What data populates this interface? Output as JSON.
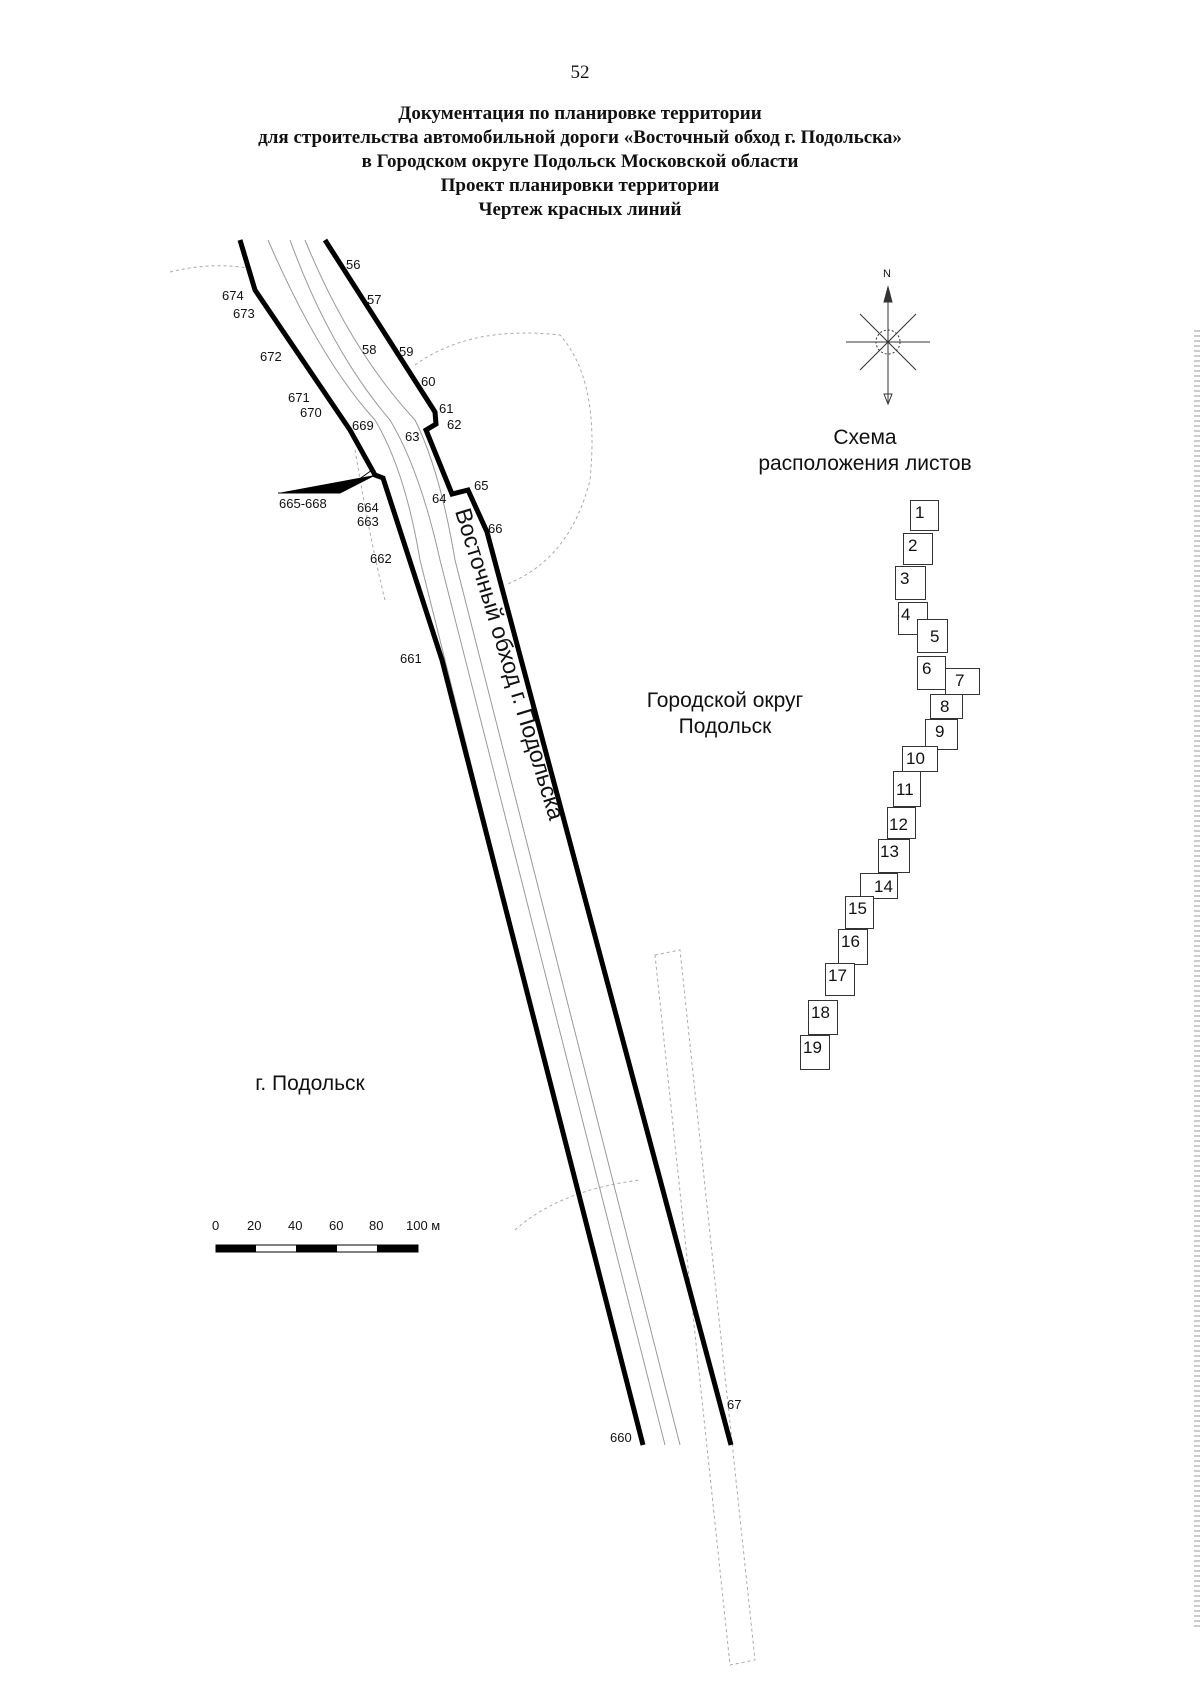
{
  "page_number": "52",
  "title_lines": [
    "Документация по планировке территории",
    "для строительства автомобильной дороги «Восточный обход г. Подольска»",
    "в Городском округе Подольск Московской области",
    "Проект планировки территории",
    "Чертеж красных линий"
  ],
  "map": {
    "road_name": "Восточный обход г. Подольска",
    "area_right": [
      "Городской округ",
      "Подольск"
    ],
    "area_left": "г. Подольск",
    "point_labels": {
      "p56": "56",
      "p57": "57",
      "p58": "58",
      "p59": "59",
      "p60": "60",
      "p61": "61",
      "p62": "62",
      "p63": "63",
      "p64": "64",
      "p65": "65",
      "p66": "66",
      "p67": "67",
      "p660": "660",
      "p661": "661",
      "p662": "662",
      "p663": "663",
      "p664": "664",
      "p665_668": "665-668",
      "p669": "669",
      "p670": "670",
      "p671": "671",
      "p672": "672",
      "p673": "673",
      "p674": "674"
    },
    "north_label": "N",
    "scale": {
      "ticks": [
        "0",
        "20",
        "40",
        "60",
        "80",
        "100 м"
      ]
    }
  },
  "sheet_scheme": {
    "title": [
      "Схема",
      "расположения листов"
    ],
    "sheets": [
      "1",
      "2",
      "3",
      "4",
      "5",
      "6",
      "7",
      "8",
      "9",
      "10",
      "11",
      "12",
      "13",
      "14",
      "15",
      "16",
      "17",
      "18",
      "19"
    ]
  }
}
